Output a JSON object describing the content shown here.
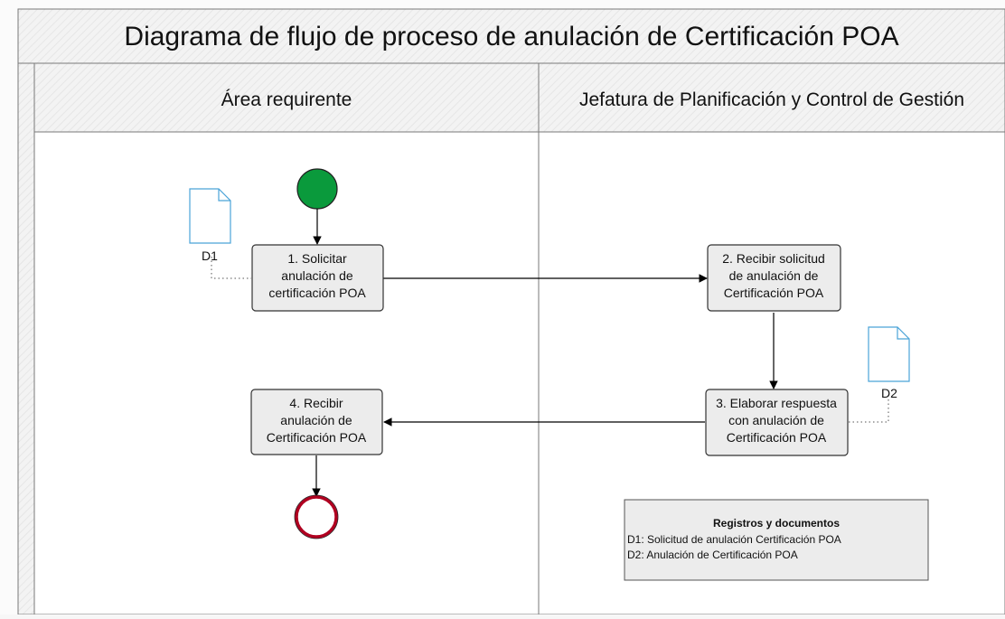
{
  "title": "Diagrama de flujo de proceso de anulación de Certificación POA",
  "lanes": [
    {
      "label": "Área requirente"
    },
    {
      "label": "Jefatura de Planificación y Control de Gestión"
    }
  ],
  "tasks": [
    {
      "id": "t1",
      "lines": [
        "1. Solicitar",
        "anulación de",
        "certificación POA"
      ]
    },
    {
      "id": "t2",
      "lines": [
        "2. Recibir solicitud",
        "de anulación de",
        "Certificación POA"
      ]
    },
    {
      "id": "t3",
      "lines": [
        "3. Elaborar respuesta",
        "con anulación de",
        "Certificación POA"
      ]
    },
    {
      "id": "t4",
      "lines": [
        "4. Recibir",
        "anulación de",
        "Certificación POA"
      ]
    }
  ],
  "documents": [
    {
      "id": "d1",
      "label": "D1"
    },
    {
      "id": "d2",
      "label": "D2"
    }
  ],
  "events": {
    "start_color": "#0a9a3c",
    "end_color": "#b00020"
  },
  "records_box": {
    "title": "Registros y documentos",
    "items": [
      "D1: Solicitud de anulación Certificación POA",
      "D2: Anulación de Certificación POA"
    ]
  }
}
